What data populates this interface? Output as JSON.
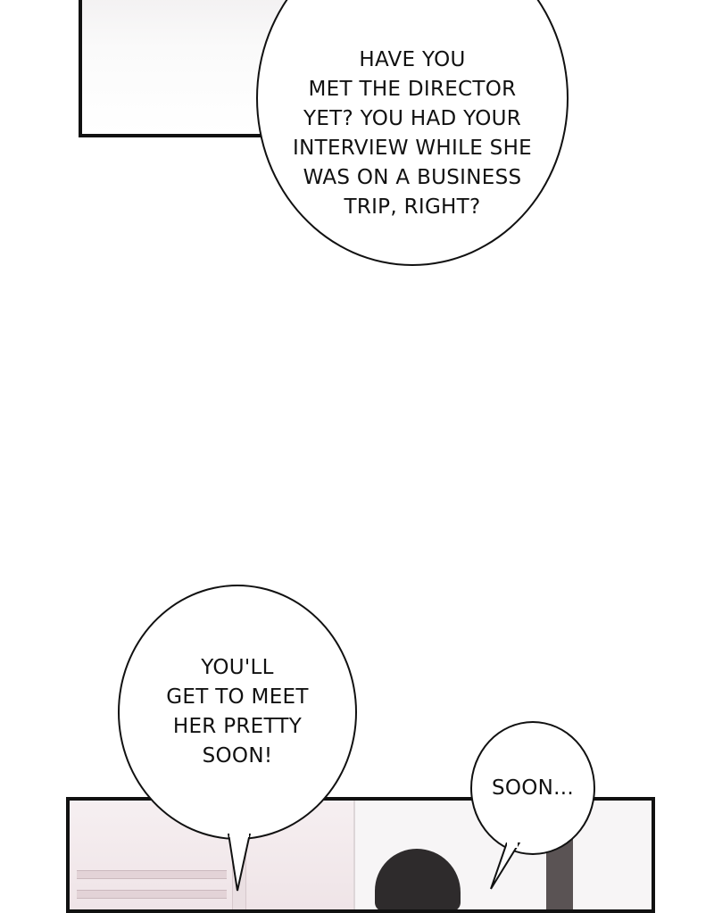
{
  "panels": {
    "top": {},
    "bottom": {}
  },
  "bubbles": [
    {
      "lines": [
        "HAVE YOU",
        "MET THE DIRECTOR",
        "YET? YOU HAD YOUR",
        "INTERVIEW WHILE SHE",
        "WAS ON A BUSINESS",
        "TRIP, RIGHT?"
      ]
    },
    {
      "lines": [
        "YOU'LL",
        "GET TO MEET",
        "HER PRETTY",
        "SOON!"
      ]
    },
    {
      "lines": [
        "SOON..."
      ]
    }
  ],
  "colors": {
    "ink": "#111111",
    "paper": "#ffffff",
    "room_wall": "#efe4e7",
    "hair": "#2e2b2c"
  }
}
